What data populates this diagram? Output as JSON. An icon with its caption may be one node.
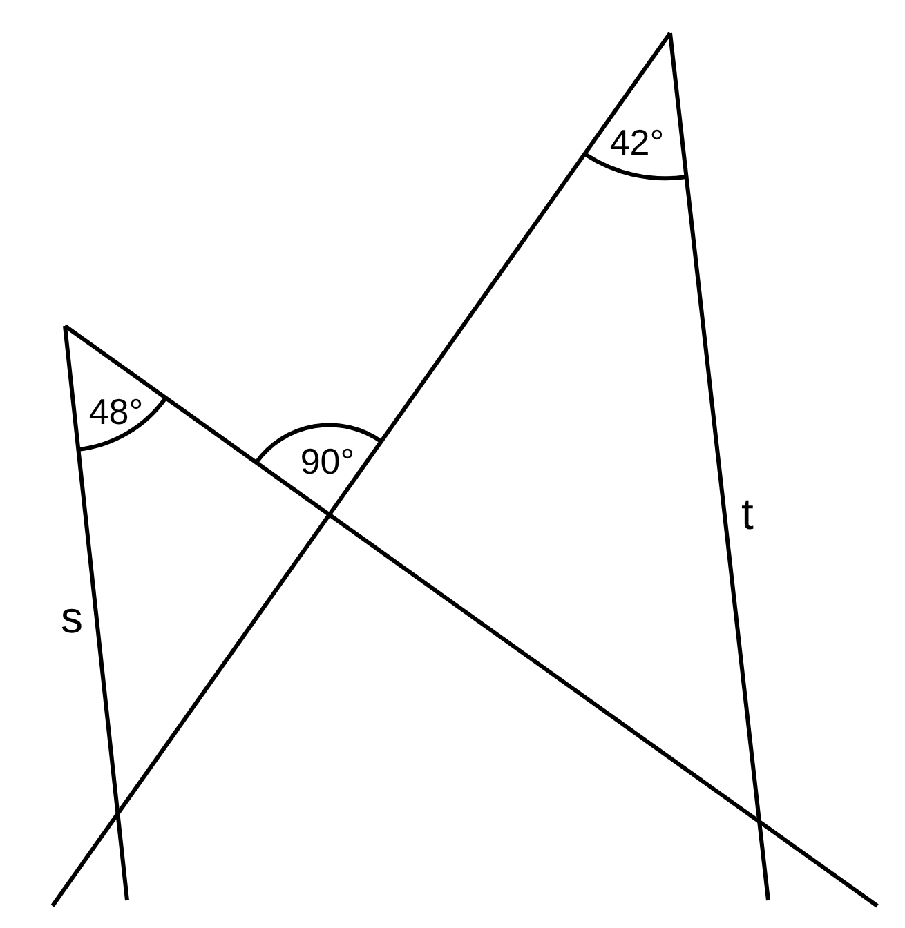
{
  "diagram": {
    "labels": [
      "42°",
      "48°",
      "90°",
      "t",
      "s"
    ]
  }
}
